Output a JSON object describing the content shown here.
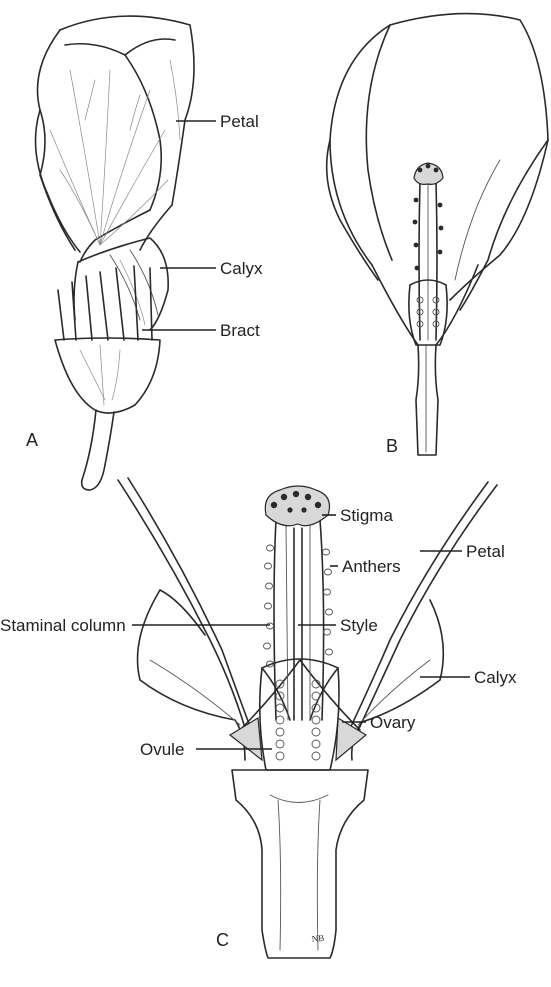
{
  "panels": {
    "a": "A",
    "b": "B",
    "c": "C"
  },
  "labels_a": {
    "petal": "Petal",
    "calyx": "Calyx",
    "bract": "Bract"
  },
  "labels_c": {
    "stigma": "Stigma",
    "anthers": "Anthers",
    "staminal_column": "Staminal column",
    "style": "Style",
    "petal": "Petal",
    "calyx": "Calyx",
    "ovary": "Ovary",
    "ovule": "Ovule"
  },
  "signature": "NB"
}
